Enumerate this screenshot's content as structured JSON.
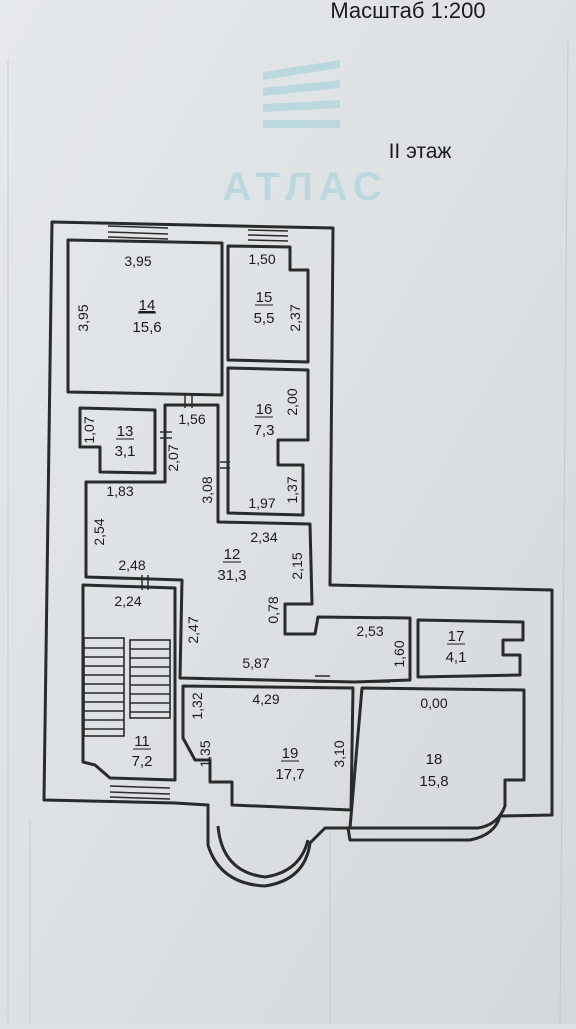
{
  "header": {
    "scale": "Масштаб 1:200",
    "floor": "II этаж",
    "watermark": "АТЛАС"
  },
  "rooms": [
    {
      "id": "r14",
      "number": "14",
      "area": "15,6"
    },
    {
      "id": "r15",
      "number": "15",
      "area": "5,5"
    },
    {
      "id": "r16",
      "number": "16",
      "area": "7,3"
    },
    {
      "id": "r13",
      "number": "13",
      "area": "3,1"
    },
    {
      "id": "r12",
      "number": "12",
      "area": "31,3"
    },
    {
      "id": "r17",
      "number": "17",
      "area": "4,1"
    },
    {
      "id": "r11",
      "number": "11",
      "area": "7,2"
    },
    {
      "id": "r19",
      "number": "19",
      "area": "17,7"
    },
    {
      "id": "r18",
      "number": "18",
      "area": "15,8"
    }
  ],
  "dimensions": [
    {
      "id": "d1",
      "text": "3,95"
    },
    {
      "id": "d2",
      "text": "3,95"
    },
    {
      "id": "d3",
      "text": "1,50"
    },
    {
      "id": "d4",
      "text": "2,37"
    },
    {
      "id": "d5",
      "text": "2,00"
    },
    {
      "id": "d6",
      "text": "1,37"
    },
    {
      "id": "d7",
      "text": "1,97"
    },
    {
      "id": "d8",
      "text": "1,07"
    },
    {
      "id": "d9",
      "text": "1,56"
    },
    {
      "id": "d10",
      "text": "2,07"
    },
    {
      "id": "d11",
      "text": "3,08"
    },
    {
      "id": "d12",
      "text": "1,83"
    },
    {
      "id": "d13",
      "text": "2,54"
    },
    {
      "id": "d14",
      "text": "2,48"
    },
    {
      "id": "d15",
      "text": "2,34"
    },
    {
      "id": "d16",
      "text": "2,15"
    },
    {
      "id": "d17",
      "text": "2,24"
    },
    {
      "id": "d18",
      "text": "2,47"
    },
    {
      "id": "d19",
      "text": "0,78"
    },
    {
      "id": "d20",
      "text": "2,53"
    },
    {
      "id": "d21",
      "text": "1,60"
    },
    {
      "id": "d22",
      "text": "5,87"
    },
    {
      "id": "d23",
      "text": "4,29"
    },
    {
      "id": "d24",
      "text": "1,32"
    },
    {
      "id": "d25",
      "text": "1,35"
    },
    {
      "id": "d26",
      "text": "3,10"
    },
    {
      "id": "d27",
      "text": "0,00"
    }
  ],
  "colors": {
    "paper": "#dfe3e6",
    "wall": "#2a2a2a",
    "watermark": "#9fd0da"
  }
}
